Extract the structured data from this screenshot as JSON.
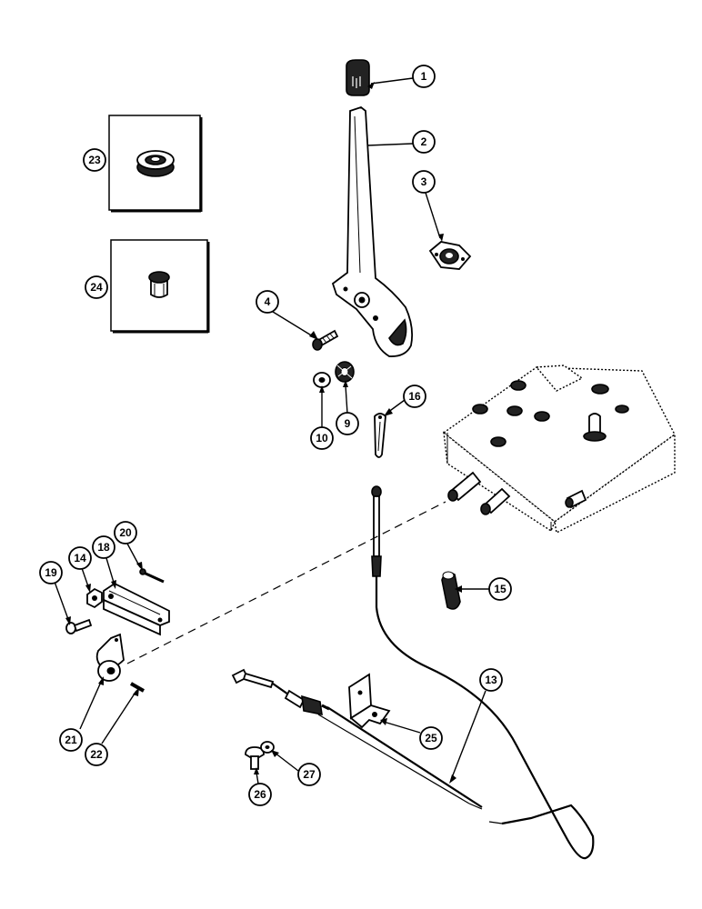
{
  "callouts": {
    "c1": "1",
    "c2": "2",
    "c3": "3",
    "c4": "4",
    "c9": "9",
    "c10": "10",
    "c13": "13",
    "c14": "14",
    "c15": "15",
    "c16": "16",
    "c18": "18",
    "c19": "19",
    "c20": "20",
    "c21": "21",
    "c22": "22",
    "c23": "23",
    "c24": "24",
    "c25": "25",
    "c26": "26",
    "c27": "27"
  }
}
